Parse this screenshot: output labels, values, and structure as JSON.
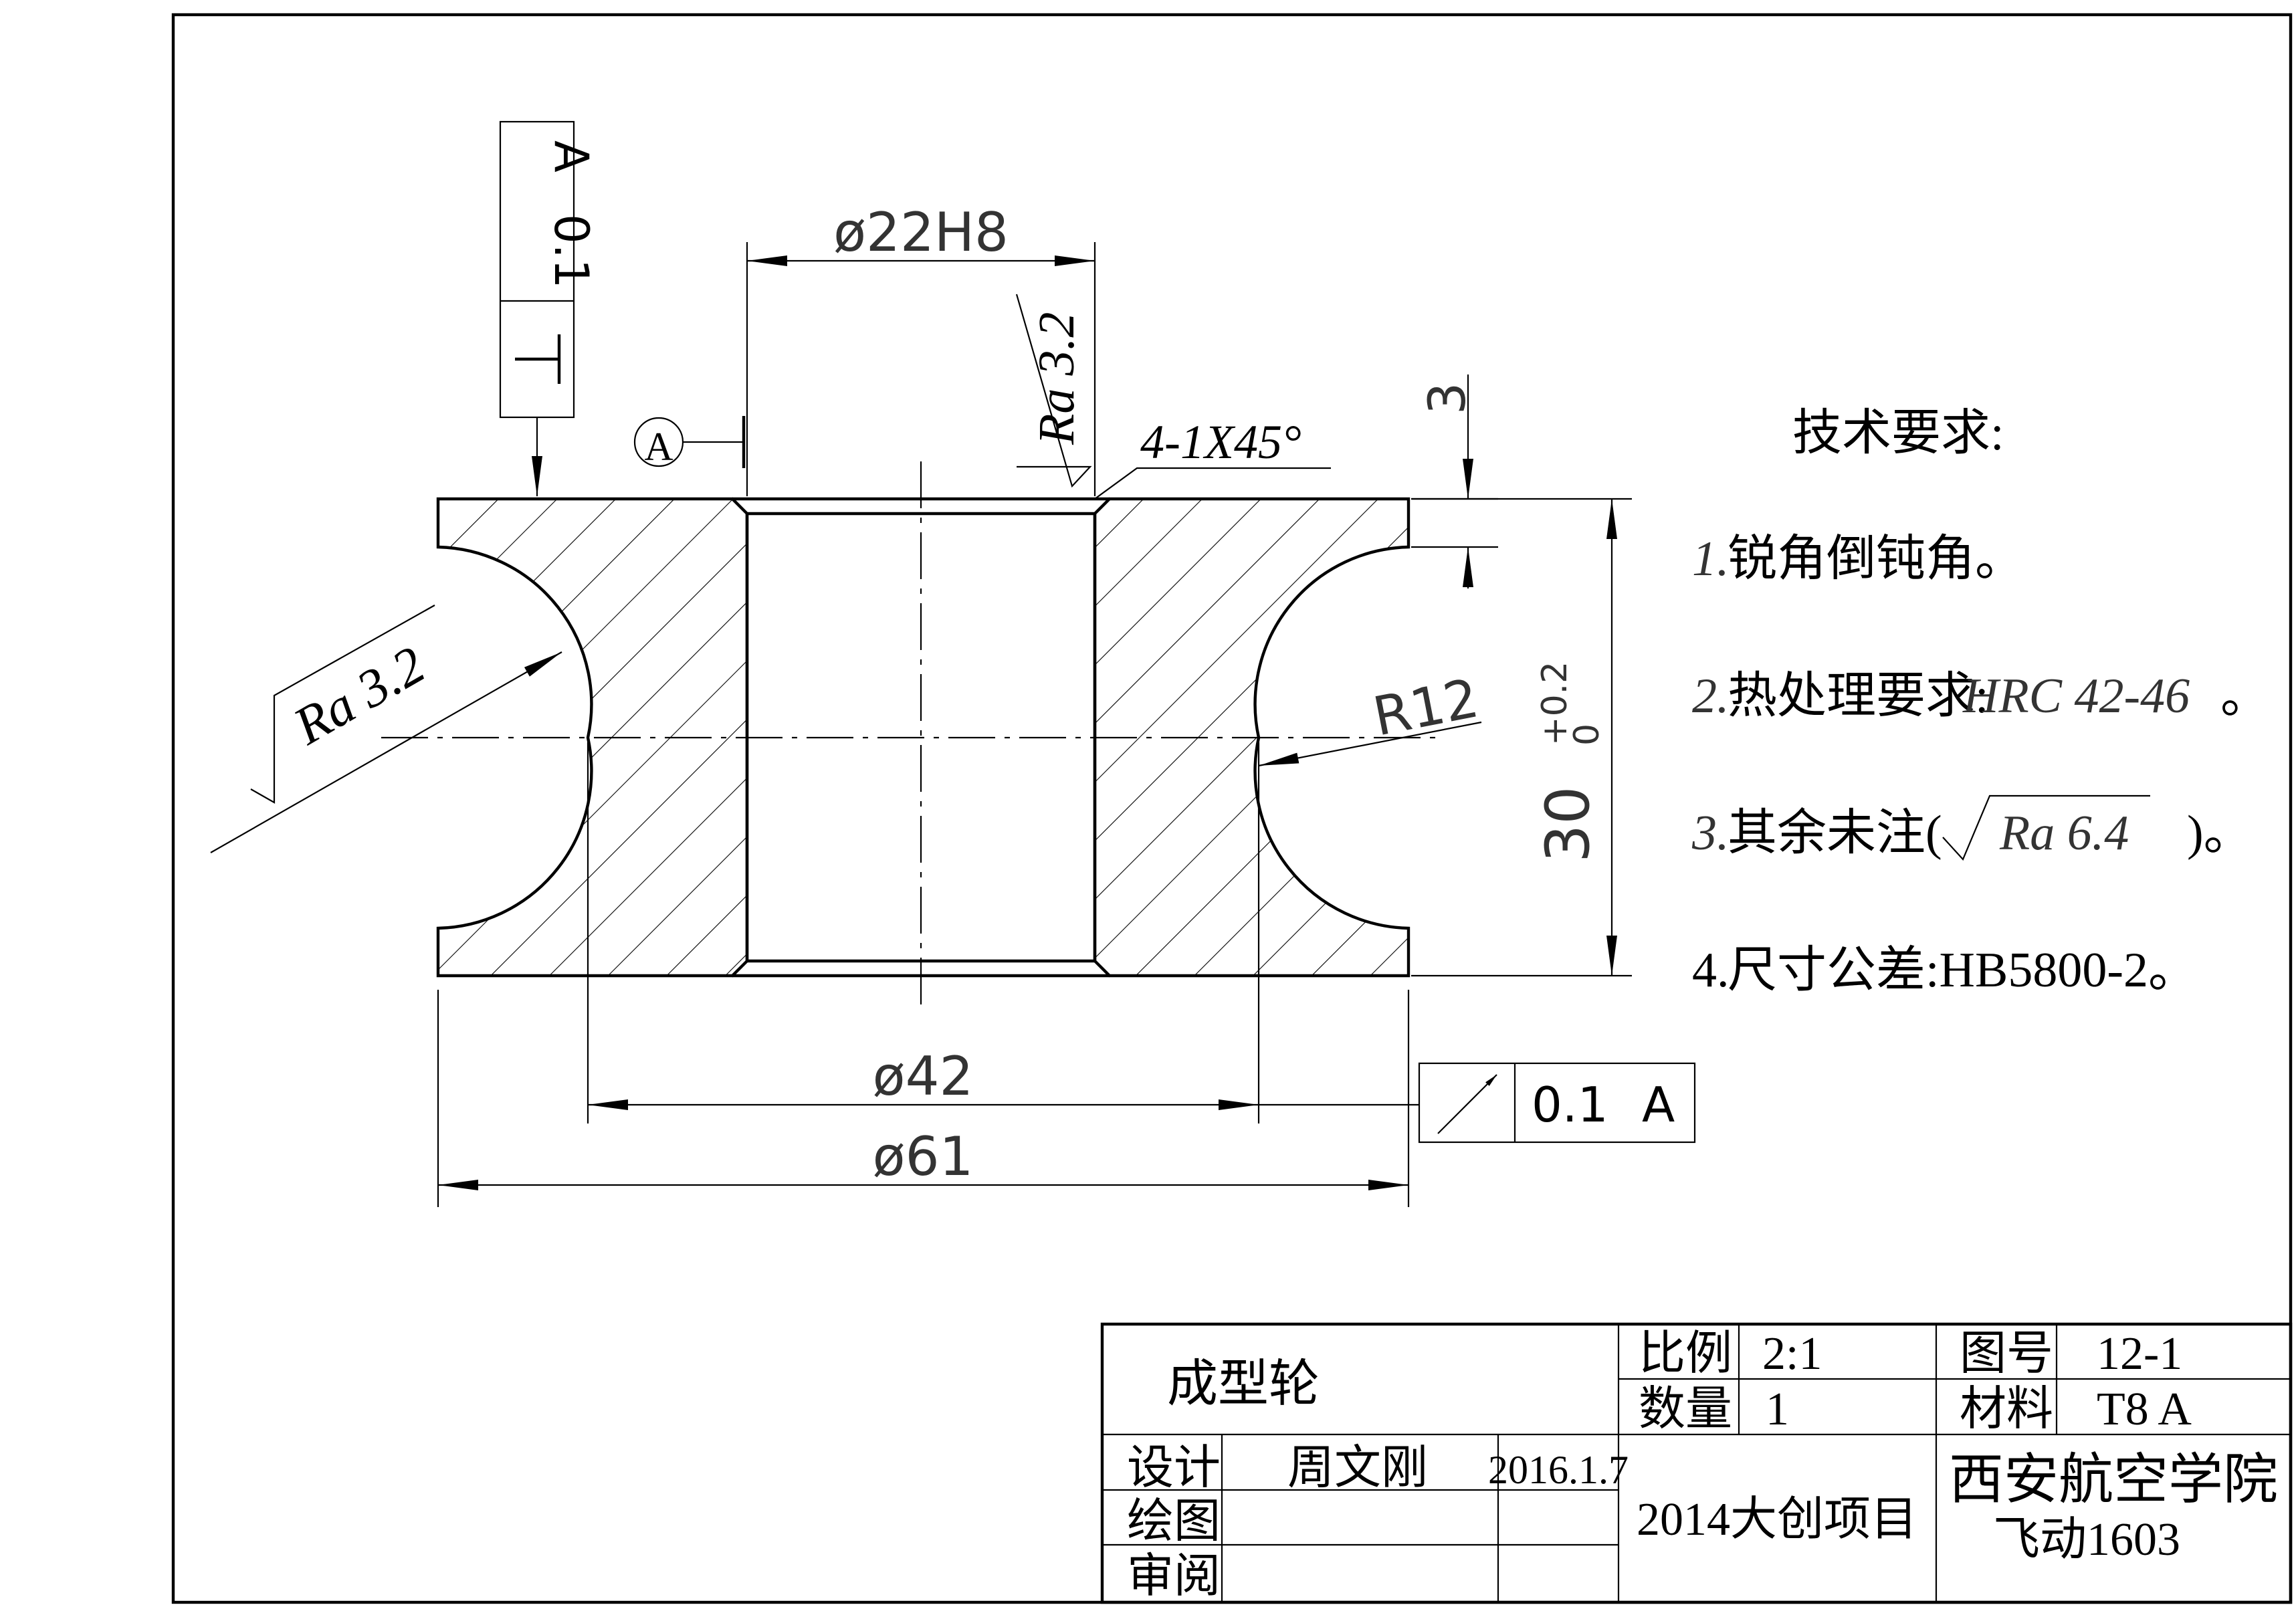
{
  "dimensions": {
    "bore": "ø22H8",
    "inner_dia": "ø42",
    "outer_dia": "ø61",
    "radius": "R12",
    "height": "30",
    "height_tol_upper": "+0.2",
    "height_tol_lower": "0",
    "flange": "3",
    "chamfer": "4-1X45°"
  },
  "roughness": {
    "bore": "Ra 3.2",
    "groove": "Ra 3.2"
  },
  "datum": {
    "letter": "A"
  },
  "tolerances": {
    "perpendicularity": {
      "symbol": "⊥",
      "value": "0.1",
      "datum": "A"
    },
    "runout": {
      "symbol": "↗",
      "value": "0.1",
      "datum": "A"
    }
  },
  "notes": {
    "title": "技术要求:",
    "items": [
      {
        "num": "1.",
        "text": "锐角倒钝角。"
      },
      {
        "num": "2.",
        "text": "热处理要求:",
        "extra": "HRC 42-46",
        "end": "。"
      },
      {
        "num": "3.",
        "text": "其余未注(",
        "extra": "Ra 6.4",
        "end": ")。"
      },
      {
        "num": "4.",
        "text": "尺寸公差:HB5800-2。"
      }
    ]
  },
  "title_block": {
    "part_name": "成型轮",
    "scale_label": "比例",
    "scale_value": "2:1",
    "quantity_label": "数量",
    "quantity_value": "1",
    "drawing_no_label": "图号",
    "drawing_no_value": "12-1",
    "material_label": "材料",
    "material_value": "T8 A",
    "design_label": "设计",
    "designer": "周文刚",
    "date": "2016.1.7",
    "draw_label": "绘图",
    "review_label": "审阅",
    "project": "2014大创项目",
    "school": "西安航空学院",
    "class": "飞动1603"
  }
}
